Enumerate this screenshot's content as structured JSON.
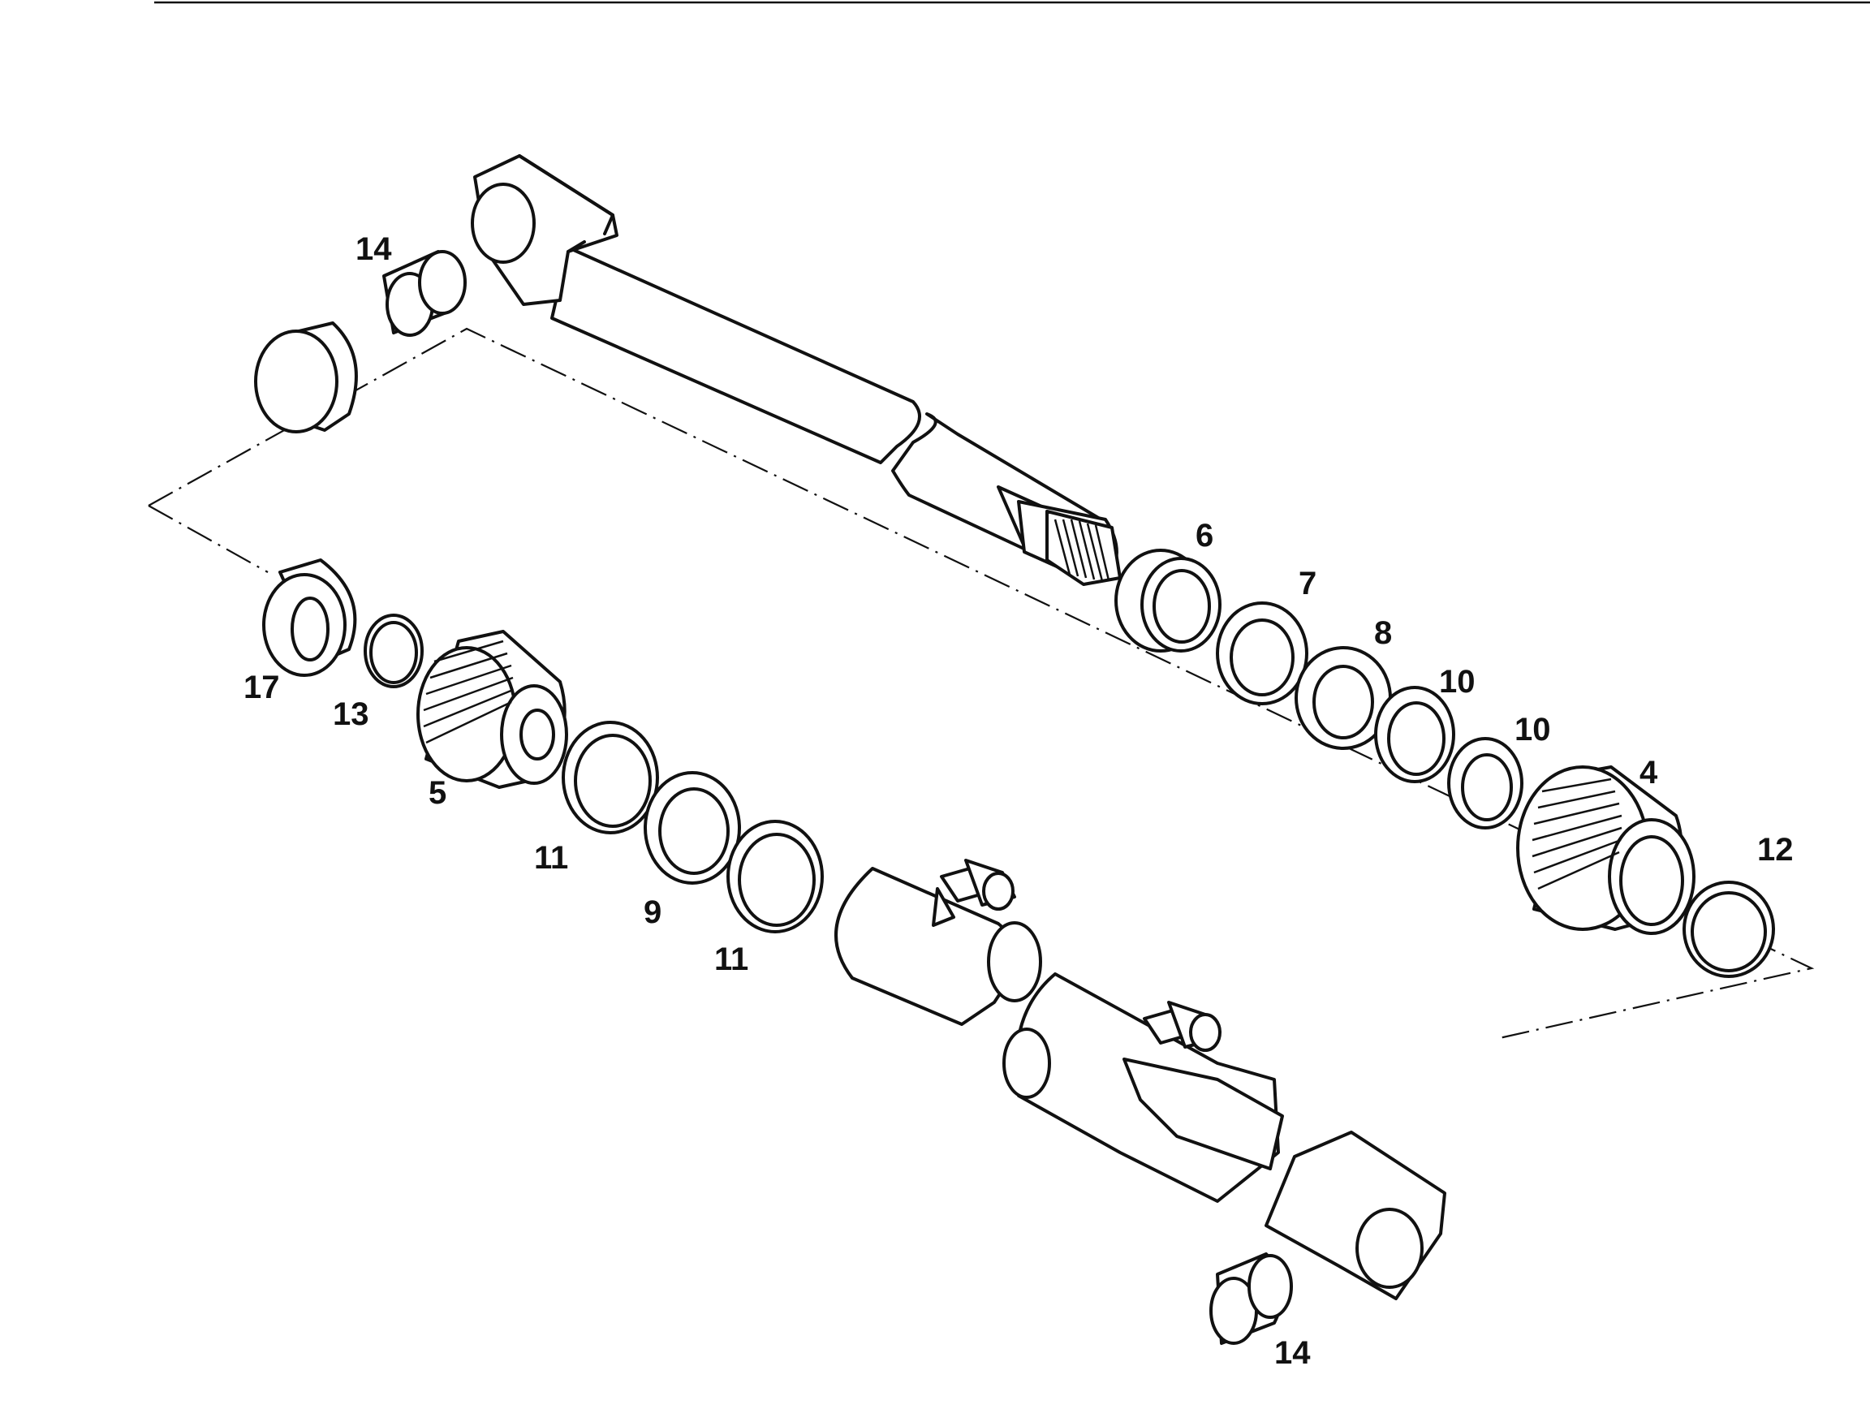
{
  "diagram": {
    "callouts": {
      "c14a": "14",
      "c6": "6",
      "c7": "7",
      "c8": "8",
      "c10a": "10",
      "c10b": "10",
      "c4": "4",
      "c12": "12",
      "c17": "17",
      "c13": "13",
      "c5": "5",
      "c11a": "11",
      "c9": "9",
      "c11b": "11",
      "c14b": "14"
    }
  }
}
